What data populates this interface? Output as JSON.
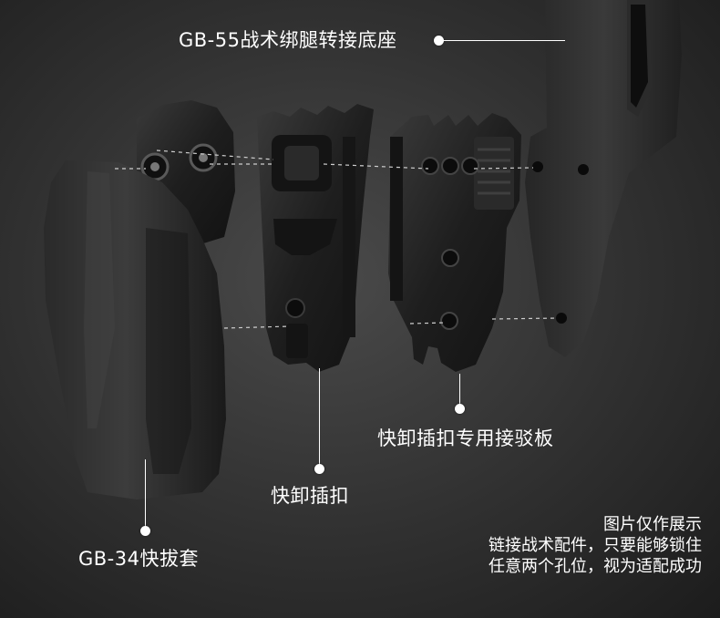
{
  "labels": {
    "platform": "GB-55战术绑腿转接底座",
    "adapter_plate": "快卸插扣专用接驳板",
    "quick_release": "快卸插扣",
    "holster": "GB-34快拔套"
  },
  "note": {
    "line1": "图片仅作展示",
    "line2": "链接战术配件，只要能够锁住",
    "line3": "任意两个孔位，视为适配成功"
  },
  "colors": {
    "background": "#2e2e2e",
    "parts": "#1a1a1a",
    "callout": "#ffffff"
  }
}
